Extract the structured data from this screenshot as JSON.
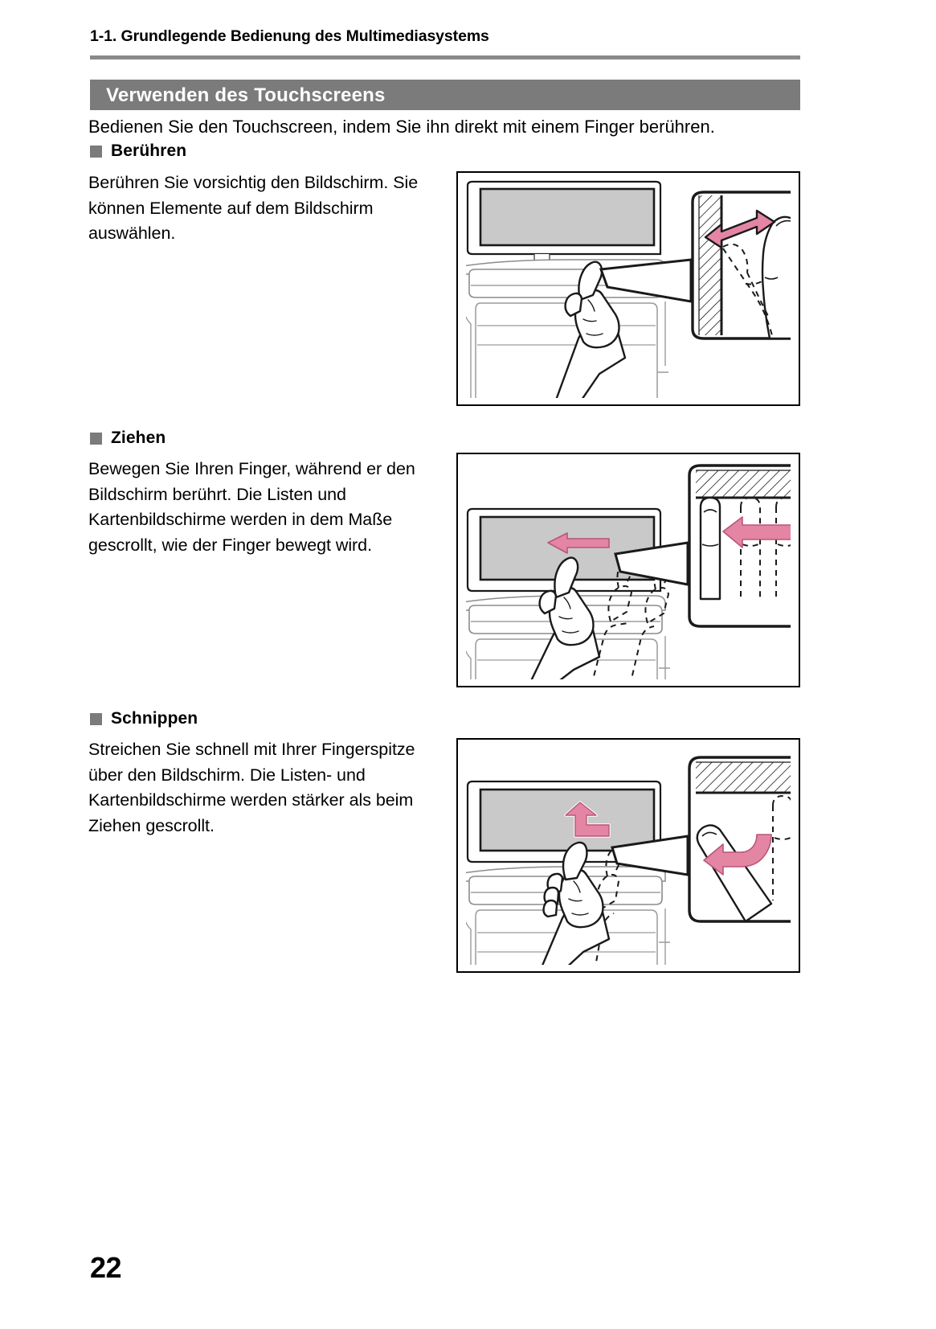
{
  "page": {
    "running_head": "1-1. Grundlegende Bedienung des Multimediasystems",
    "page_number": "22",
    "section_title": "Verwenden des Touchscreens",
    "intro": "Bedienen Sie den Touchscreen, indem Sie ihn direkt mit einem Finger berühren."
  },
  "colors": {
    "section_bar": "#7b7b7b",
    "rule": "#8a8a8a",
    "bullet": "#7b7b7b",
    "arrow_pink": "#e585a4",
    "arrow_pink_stroke": "#c7607f",
    "screen_gray": "#c9c9c9",
    "ink": "#000000"
  },
  "sections": [
    {
      "id": "beruehren",
      "heading": "Berühren",
      "body": "Berühren Sie vorsichtig den Bildschirm. Sie können Elemente auf dem Bildschirm auswählen.",
      "figure_name": "touch-gesture-illustration",
      "arrow_type": "double-headed-arrow",
      "callout_orientation": "vertical-screen-edge"
    },
    {
      "id": "ziehen",
      "heading": "Ziehen",
      "body": "Bewegen Sie Ihren Finger, während er den Bildschirm berührt. Die Listen und Kartenbildschirme werden in dem Maße gescrollt, wie der Finger bewegt wird.",
      "figure_name": "drag-gesture-illustration",
      "arrow_type": "straight-left-arrow",
      "callout_orientation": "horizontal-screen-edge"
    },
    {
      "id": "schnippen",
      "heading": "Schnippen",
      "body": "Streichen Sie schnell mit Ihrer Fingerspitze über den Bildschirm. Die Listen- und Kartenbildschirme werden stärker als beim Ziehen gescrollt.",
      "figure_name": "flick-gesture-illustration",
      "arrow_type": "hooked-left-arrow",
      "callout_orientation": "horizontal-screen-edge"
    }
  ]
}
